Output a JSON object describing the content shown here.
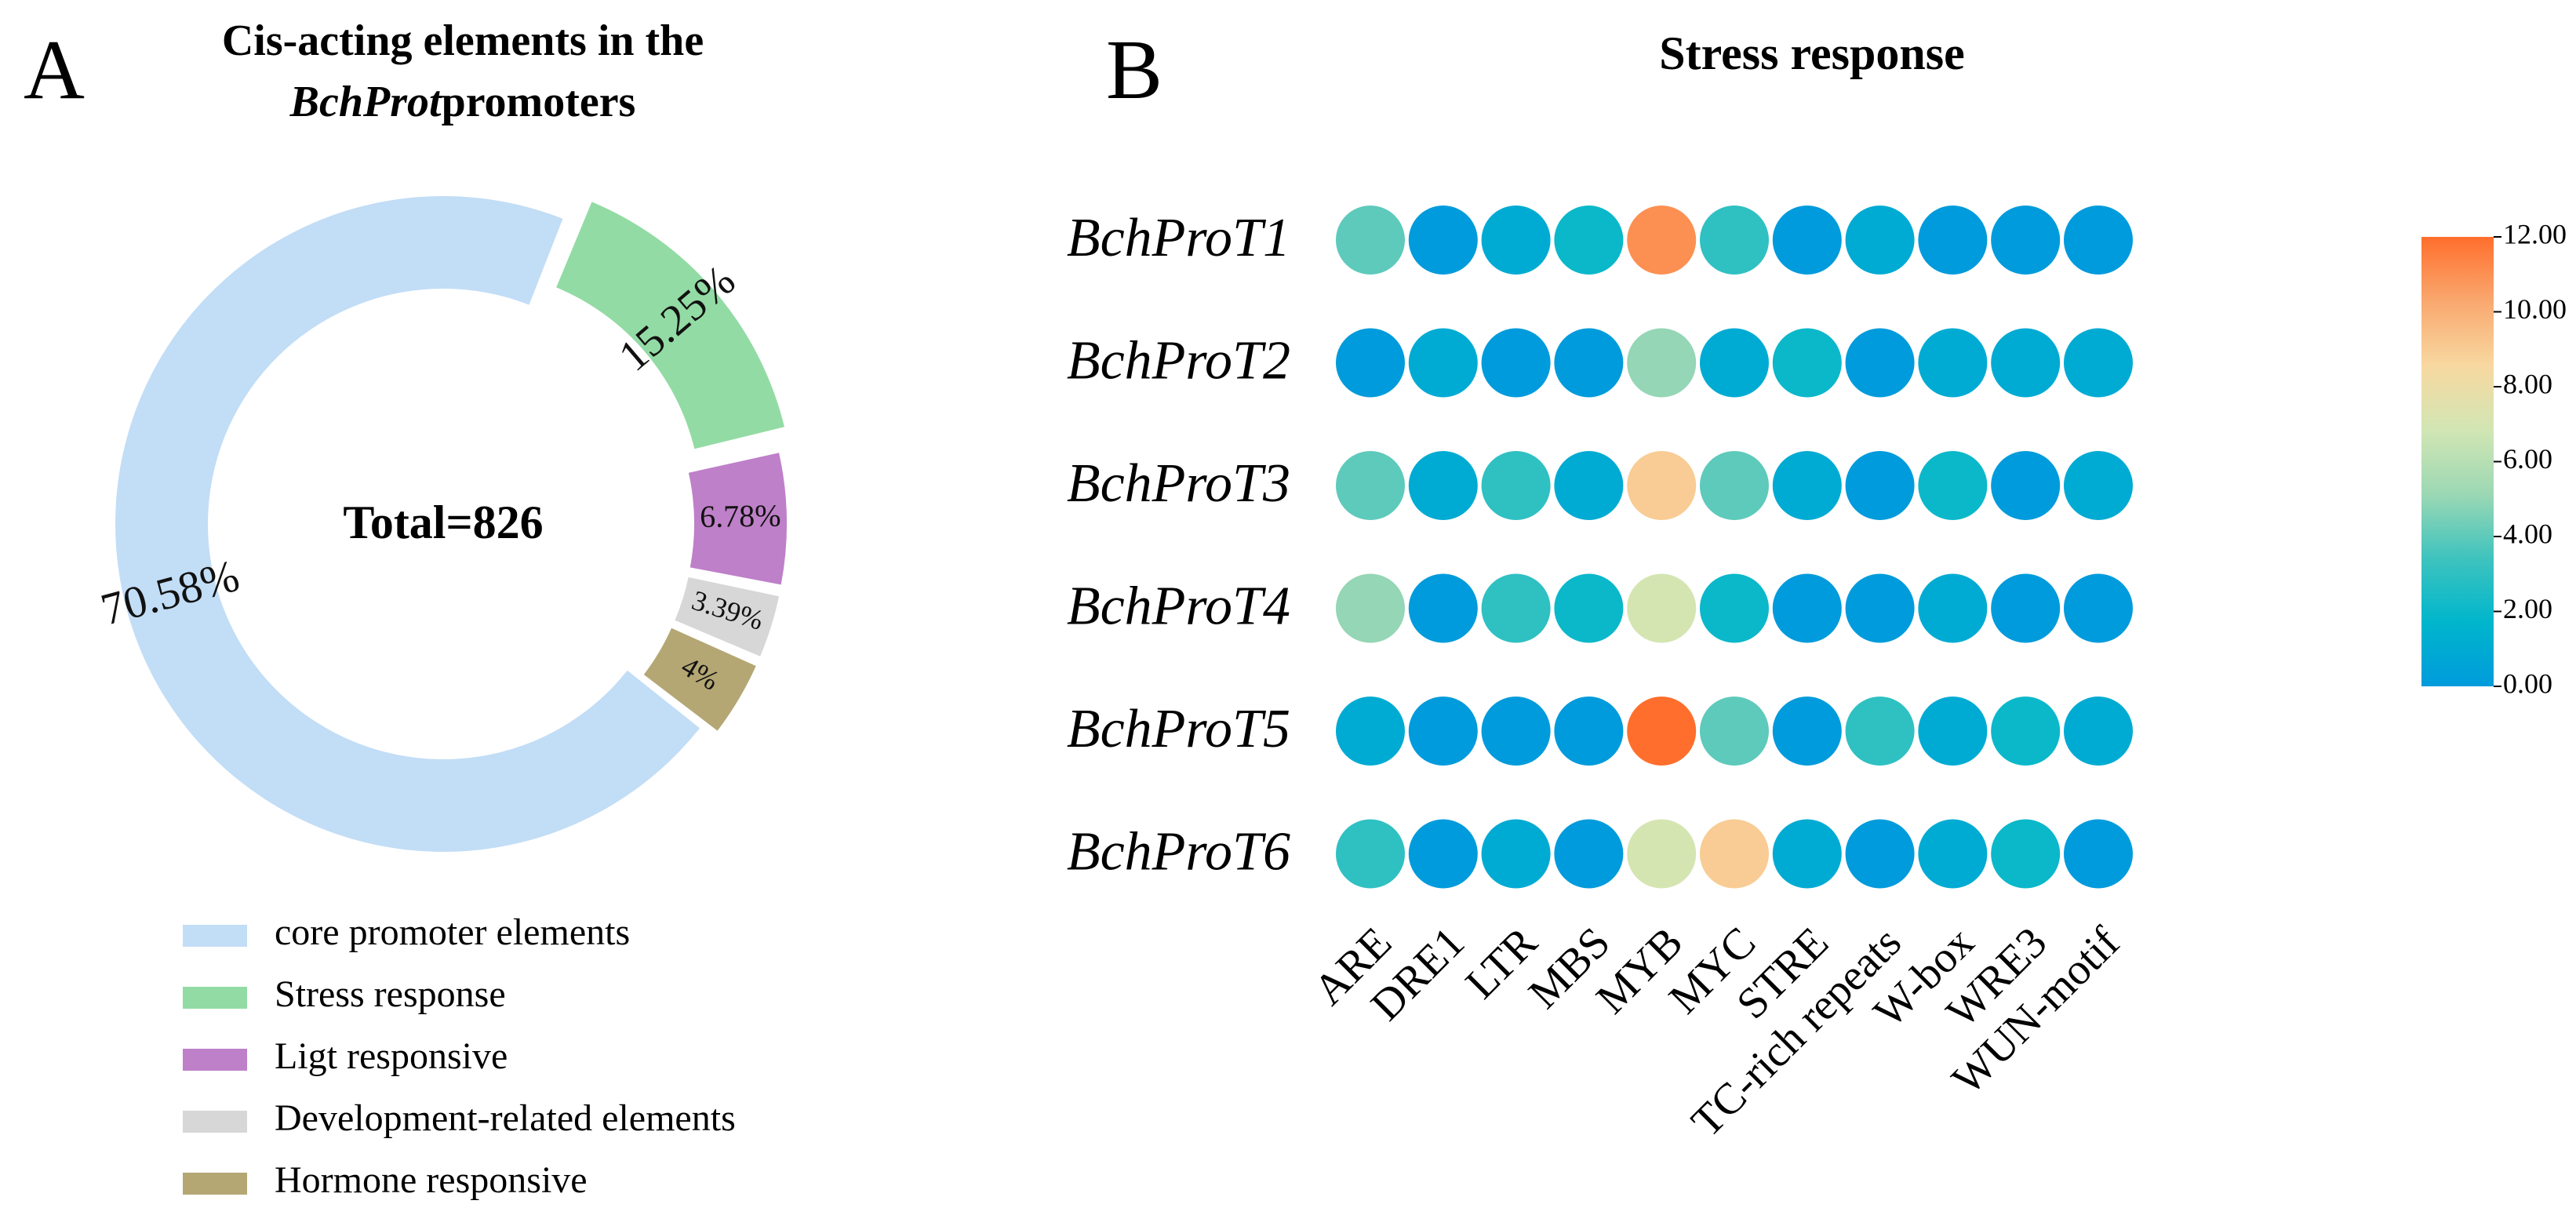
{
  "figure": {
    "panel_a_label": "A",
    "panel_b_label": "B"
  },
  "colors": {
    "core": "#C2DDF6",
    "stress": "#93DBA4",
    "light": "#BE80C8",
    "development": "#D7D7D7",
    "hormone": "#B4A774",
    "scale_stops": [
      "#009BDC",
      "#00B6CC",
      "#3FC3BE",
      "#9CD8B4",
      "#D2E6B4",
      "#F8D8A0",
      "#F9A86F",
      "#FF6E2C"
    ]
  },
  "chart_data": [
    {
      "type": "pie",
      "title_line1": "Cis-acting elements in the",
      "title_line2_italic": "BchProt",
      "title_line2_rest": "promoters",
      "center_label": "Total=826",
      "slices": [
        {
          "name": "core promoter elements",
          "value": 70.58,
          "label": "70.58%"
        },
        {
          "name": "Stress response",
          "value": 15.25,
          "label": "15.25%"
        },
        {
          "name": "Ligt responsive",
          "value": 6.78,
          "label": "6.78%"
        },
        {
          "name": "Development-related elements",
          "value": 3.39,
          "label": "3.39%"
        },
        {
          "name": "Hormone responsive",
          "value": 4.0,
          "label": "4%"
        }
      ],
      "legend_placement": "bottom",
      "legend": [
        "core promoter elements",
        "Stress response",
        "Ligt responsive",
        "Development-related elements",
        "Hormone responsive"
      ]
    },
    {
      "type": "heatmap",
      "title": "Stress response",
      "rows": [
        "BchProT1",
        "BchProT2",
        "BchProT3",
        "BchProT4",
        "BchProT5",
        "BchProT6"
      ],
      "columns": [
        "ARE",
        "DRE1",
        "LTR",
        "MBS",
        "MYB",
        "MYC",
        "STRE",
        "TC-rich repeats",
        "W-box",
        "WRE3",
        "WUN-motif"
      ],
      "values": [
        [
          4,
          0,
          1,
          2,
          11,
          3,
          0,
          1,
          0,
          0,
          0
        ],
        [
          0,
          1,
          0,
          0,
          5,
          1,
          2,
          0,
          1,
          1,
          1
        ],
        [
          4,
          1,
          3,
          1,
          9,
          4,
          1,
          0,
          2,
          0,
          1
        ],
        [
          5,
          0,
          3,
          2,
          7,
          2,
          0,
          0,
          1,
          0,
          0
        ],
        [
          1,
          0,
          0,
          0,
          12,
          4,
          0,
          3,
          1,
          2,
          1
        ],
        [
          3,
          0,
          1,
          0,
          7,
          9,
          1,
          0,
          1,
          2,
          0
        ]
      ],
      "colorbar": {
        "min": 0,
        "max": 12,
        "ticks": [
          "0.00",
          "2.00",
          "4.00",
          "6.00",
          "8.00",
          "10.00",
          "12.00"
        ]
      }
    }
  ]
}
